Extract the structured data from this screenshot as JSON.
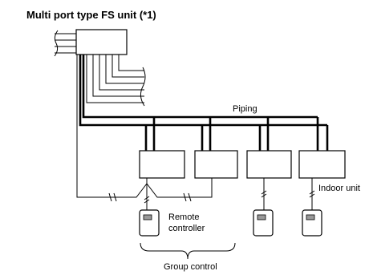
{
  "title": "Multi port type FS unit (*1)",
  "labels": {
    "piping": "Piping",
    "indoor_unit": "Indoor unit",
    "remote_controller_line1": "Remote",
    "remote_controller_line2": "controller",
    "group_control": "Group control"
  },
  "icons": [
    "fs-unit-icon",
    "indoor-unit-icon",
    "remote-controller-icon",
    "wiring-break-icon",
    "brace-icon"
  ]
}
